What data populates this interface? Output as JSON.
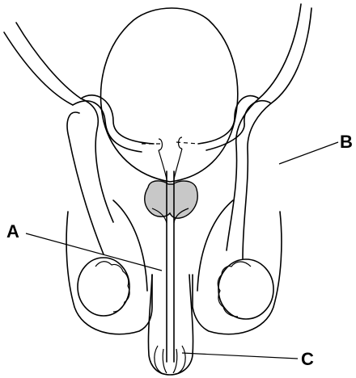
{
  "diagram": {
    "labels": {
      "a": "A",
      "b": "B",
      "c": "C"
    },
    "colors": {
      "line": "#000000",
      "gland": "#c8c8c8",
      "background": "#ffffff"
    }
  }
}
